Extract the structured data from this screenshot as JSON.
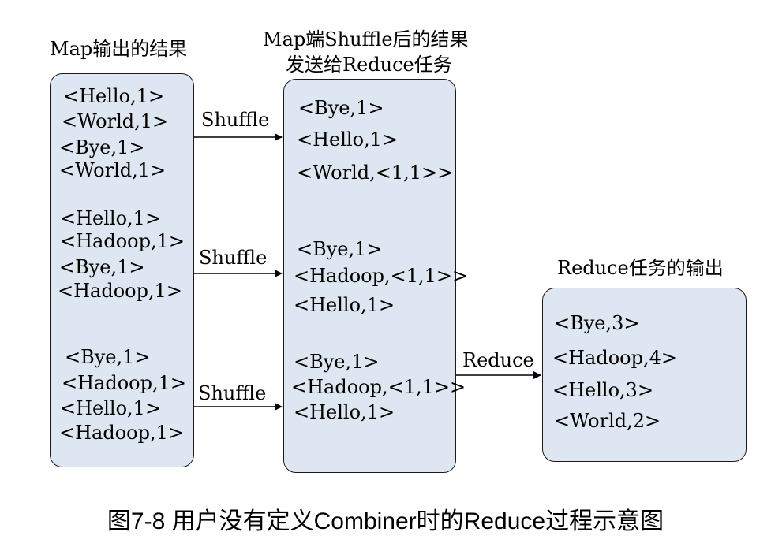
{
  "titles": {
    "map_output": "Map输出的结果",
    "shuffle_result_line1": "Map端Shuffle后的结果",
    "shuffle_result_line2": "发送给Reduce任务",
    "reduce_output": "Reduce任务的输出"
  },
  "map_output": {
    "group1": [
      "<Hello,1>",
      "<World,1>",
      "<Bye,1>",
      "<World,1>"
    ],
    "group2": [
      "<Hello,1>",
      "<Hadoop,1>",
      "<Bye,1>",
      "<Hadoop,1>"
    ],
    "group3": [
      "<Bye,1>",
      "<Hadoop,1>",
      "<Hello,1>",
      "<Hadoop,1>"
    ]
  },
  "shuffle_output": {
    "group1": [
      "<Bye,1>",
      "<Hello,1>",
      "<World,<1,1>>"
    ],
    "group2": [
      "<Bye,1>",
      "<Hadoop,<1,1>>",
      "<Hello,1>"
    ],
    "group3": [
      "<Bye,1>",
      "<Hadoop,<1,1>>",
      "<Hello,1>"
    ]
  },
  "reduce_output": [
    "<Bye,3>",
    "<Hadoop,4>",
    "<Hello,3>",
    "<World,2>"
  ],
  "arrows": {
    "shuffle1": "Shuffle",
    "shuffle2": "Shuffle",
    "shuffle3": "Shuffle",
    "reduce": "Reduce"
  },
  "caption": "图7-8 用户没有定义Combiner时的Reduce过程示意图",
  "colors": {
    "box_fill": "#dde6f1",
    "box_border": "#1a1a1a"
  }
}
